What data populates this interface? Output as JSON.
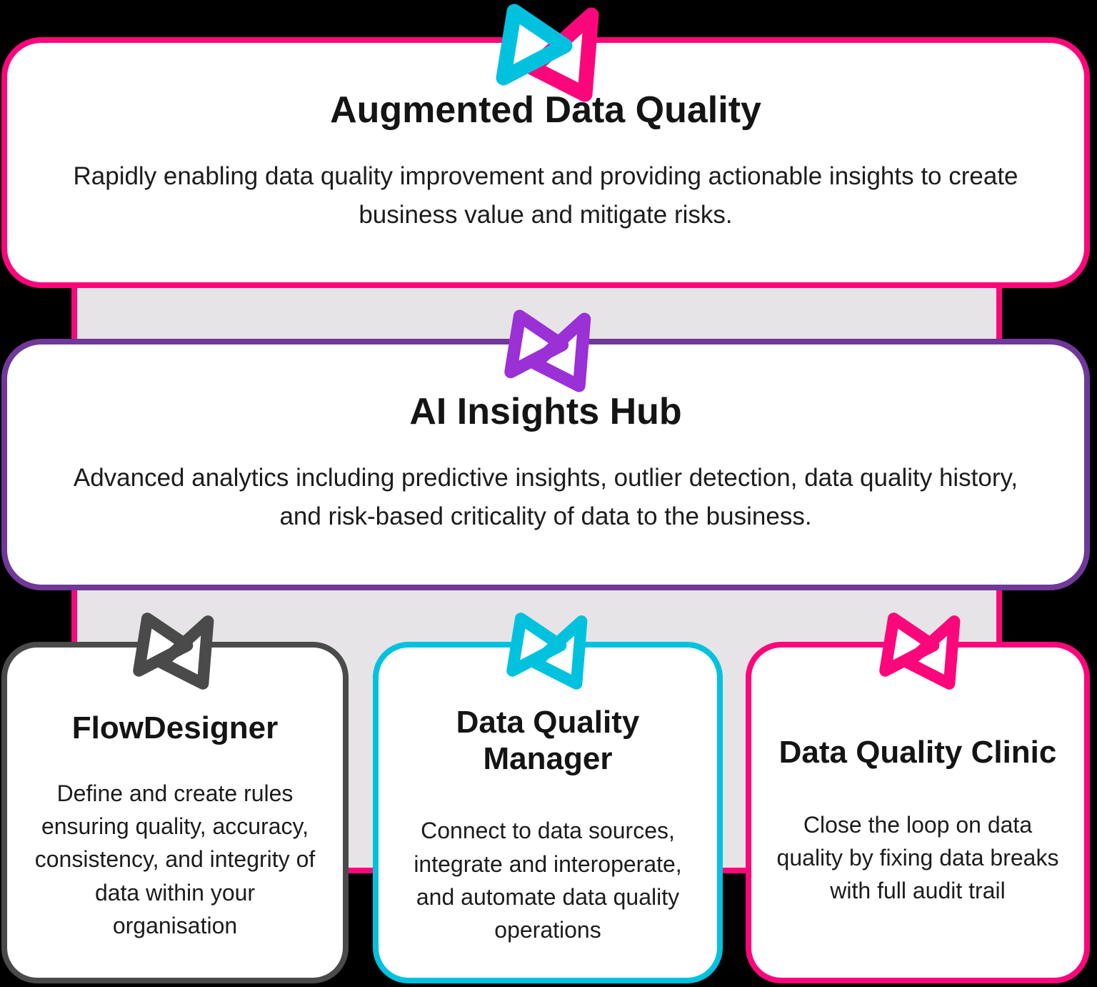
{
  "colors": {
    "pink": "#FC077B",
    "cyan": "#00C2DE",
    "purple_logo": "#9A30D6",
    "purple_border": "#6F3899",
    "dark": "#4A4A4A",
    "band": "#E6E4E6"
  },
  "top_box": {
    "title": "Augmented Data Quality",
    "description": "Rapidly enabling data quality improvement and providing actionable insights to create business value and mitigate risks.",
    "description_lines": [
      "Rapidly enabling data quality improvement and providing actionable insights to create",
      "business value and mitigate risks."
    ]
  },
  "middle_box": {
    "title": "AI Insights Hub",
    "description": "Advanced analytics including predictive insights, outlier detection, data quality history, and risk-based criticality of data to the business.",
    "description_lines": [
      "Advanced analytics including predictive insights, outlier detection, data quality history,",
      "and risk-based criticality of data to the business."
    ]
  },
  "bottom_boxes": [
    {
      "title": "FlowDesigner",
      "title_lines": [
        "FlowDesigner"
      ],
      "description": "Define and create rules ensuring quality, accuracy, consistency, and integrity of data within your organisation",
      "description_lines": [
        "Define and create rules",
        "ensuring quality, accuracy,",
        "consistency, and integrity of",
        "data within your",
        "organisation"
      ]
    },
    {
      "title": "Data Quality Manager",
      "title_lines": [
        "Data Quality",
        "Manager"
      ],
      "description": "Connect to data sources, integrate and interoperate, and automate data quality operations",
      "description_lines": [
        "Connect to data sources,",
        "integrate and interoperate,",
        "and automate data quality",
        "operations"
      ]
    },
    {
      "title": "Data Quality Clinic",
      "title_lines": [
        "Data Quality Clinic"
      ],
      "description": "Close the loop on data quality by fixing data breaks with full audit trail",
      "description_lines": [
        "Close the loop on data",
        "quality by fixing data breaks",
        "with full audit trail"
      ]
    }
  ],
  "icons": {
    "top": "datactics-logo-two-tone-icon",
    "middle": "datactics-logo-purple-icon",
    "flowdesigner": "datactics-logo-dark-icon",
    "manager": "datactics-logo-cyan-icon",
    "clinic": "datactics-logo-pink-icon"
  }
}
